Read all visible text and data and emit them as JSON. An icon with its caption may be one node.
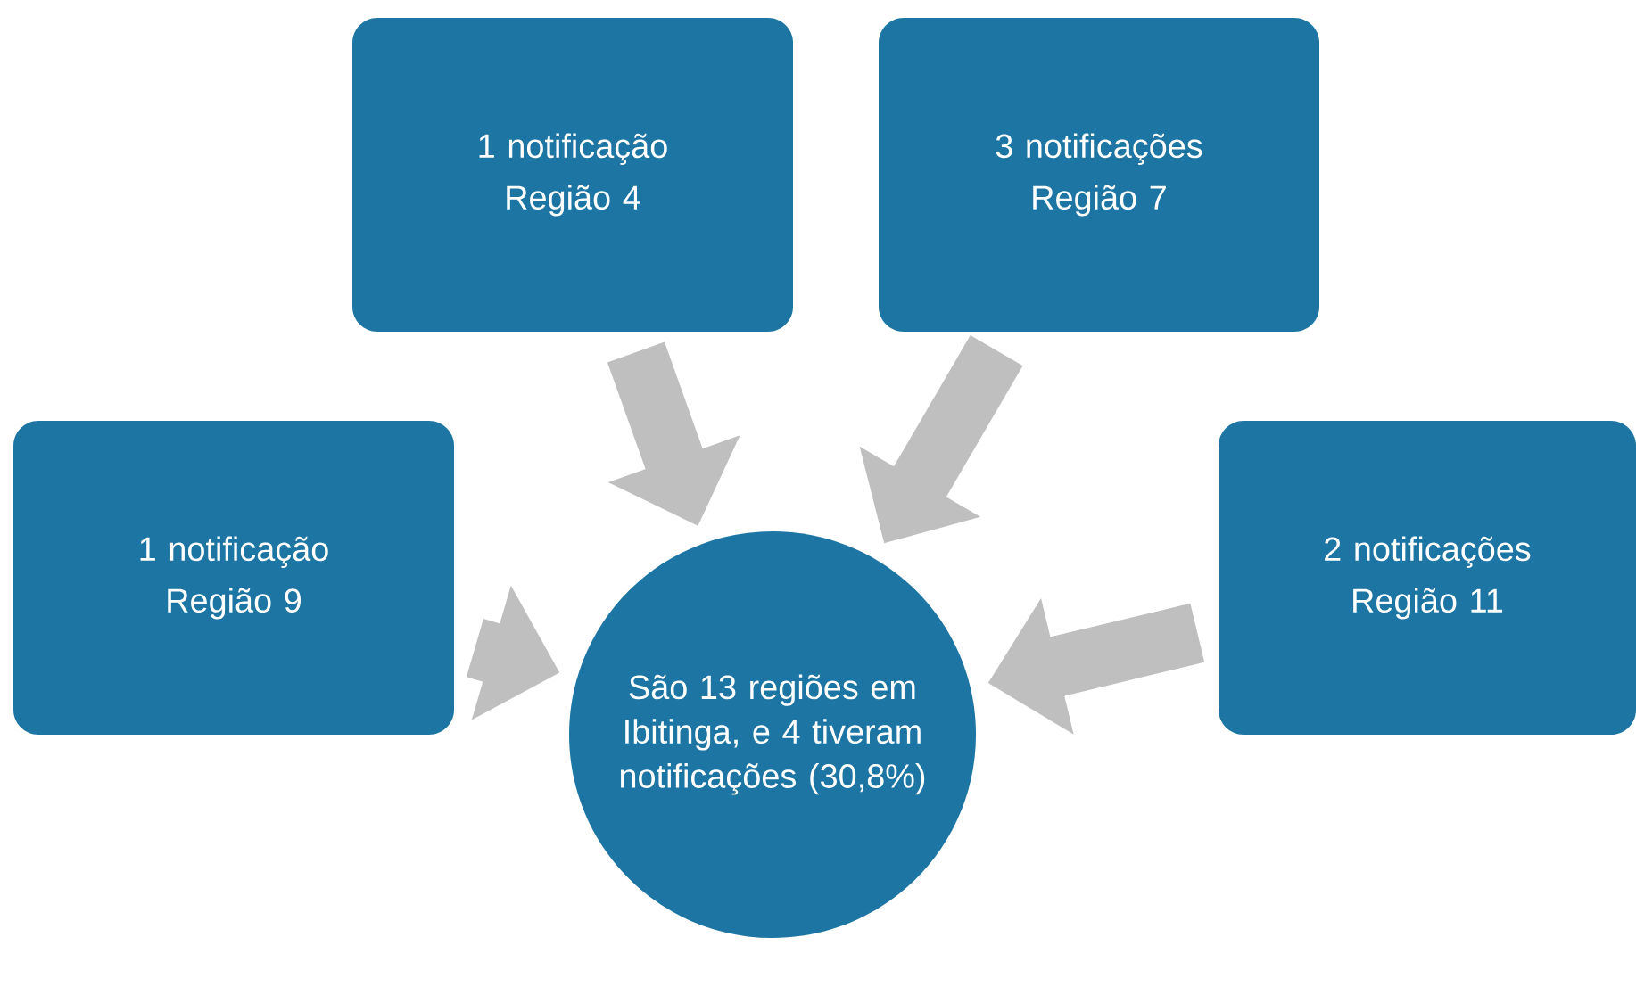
{
  "diagram": {
    "nodes": [
      {
        "text": [
          "1 notificação",
          "Região 4"
        ]
      },
      {
        "text": [
          "3 notificações",
          "Região 7"
        ]
      },
      {
        "text": [
          "1 notificação",
          "Região 9"
        ]
      },
      {
        "text": [
          "São 13 regiões em Ibitinga, e 4 tiveram notificações (30,8%)"
        ]
      },
      {
        "text": [
          "2 notificações",
          "Região 11"
        ]
      }
    ],
    "edges": [
      {
        "from": 0,
        "to": 3,
        "arrow": "to"
      },
      {
        "from": 1,
        "to": 3,
        "arrow": "to"
      },
      {
        "from": 2,
        "to": 3,
        "arrow": "to"
      },
      {
        "from": 4,
        "to": 3,
        "arrow": "to"
      }
    ]
  }
}
